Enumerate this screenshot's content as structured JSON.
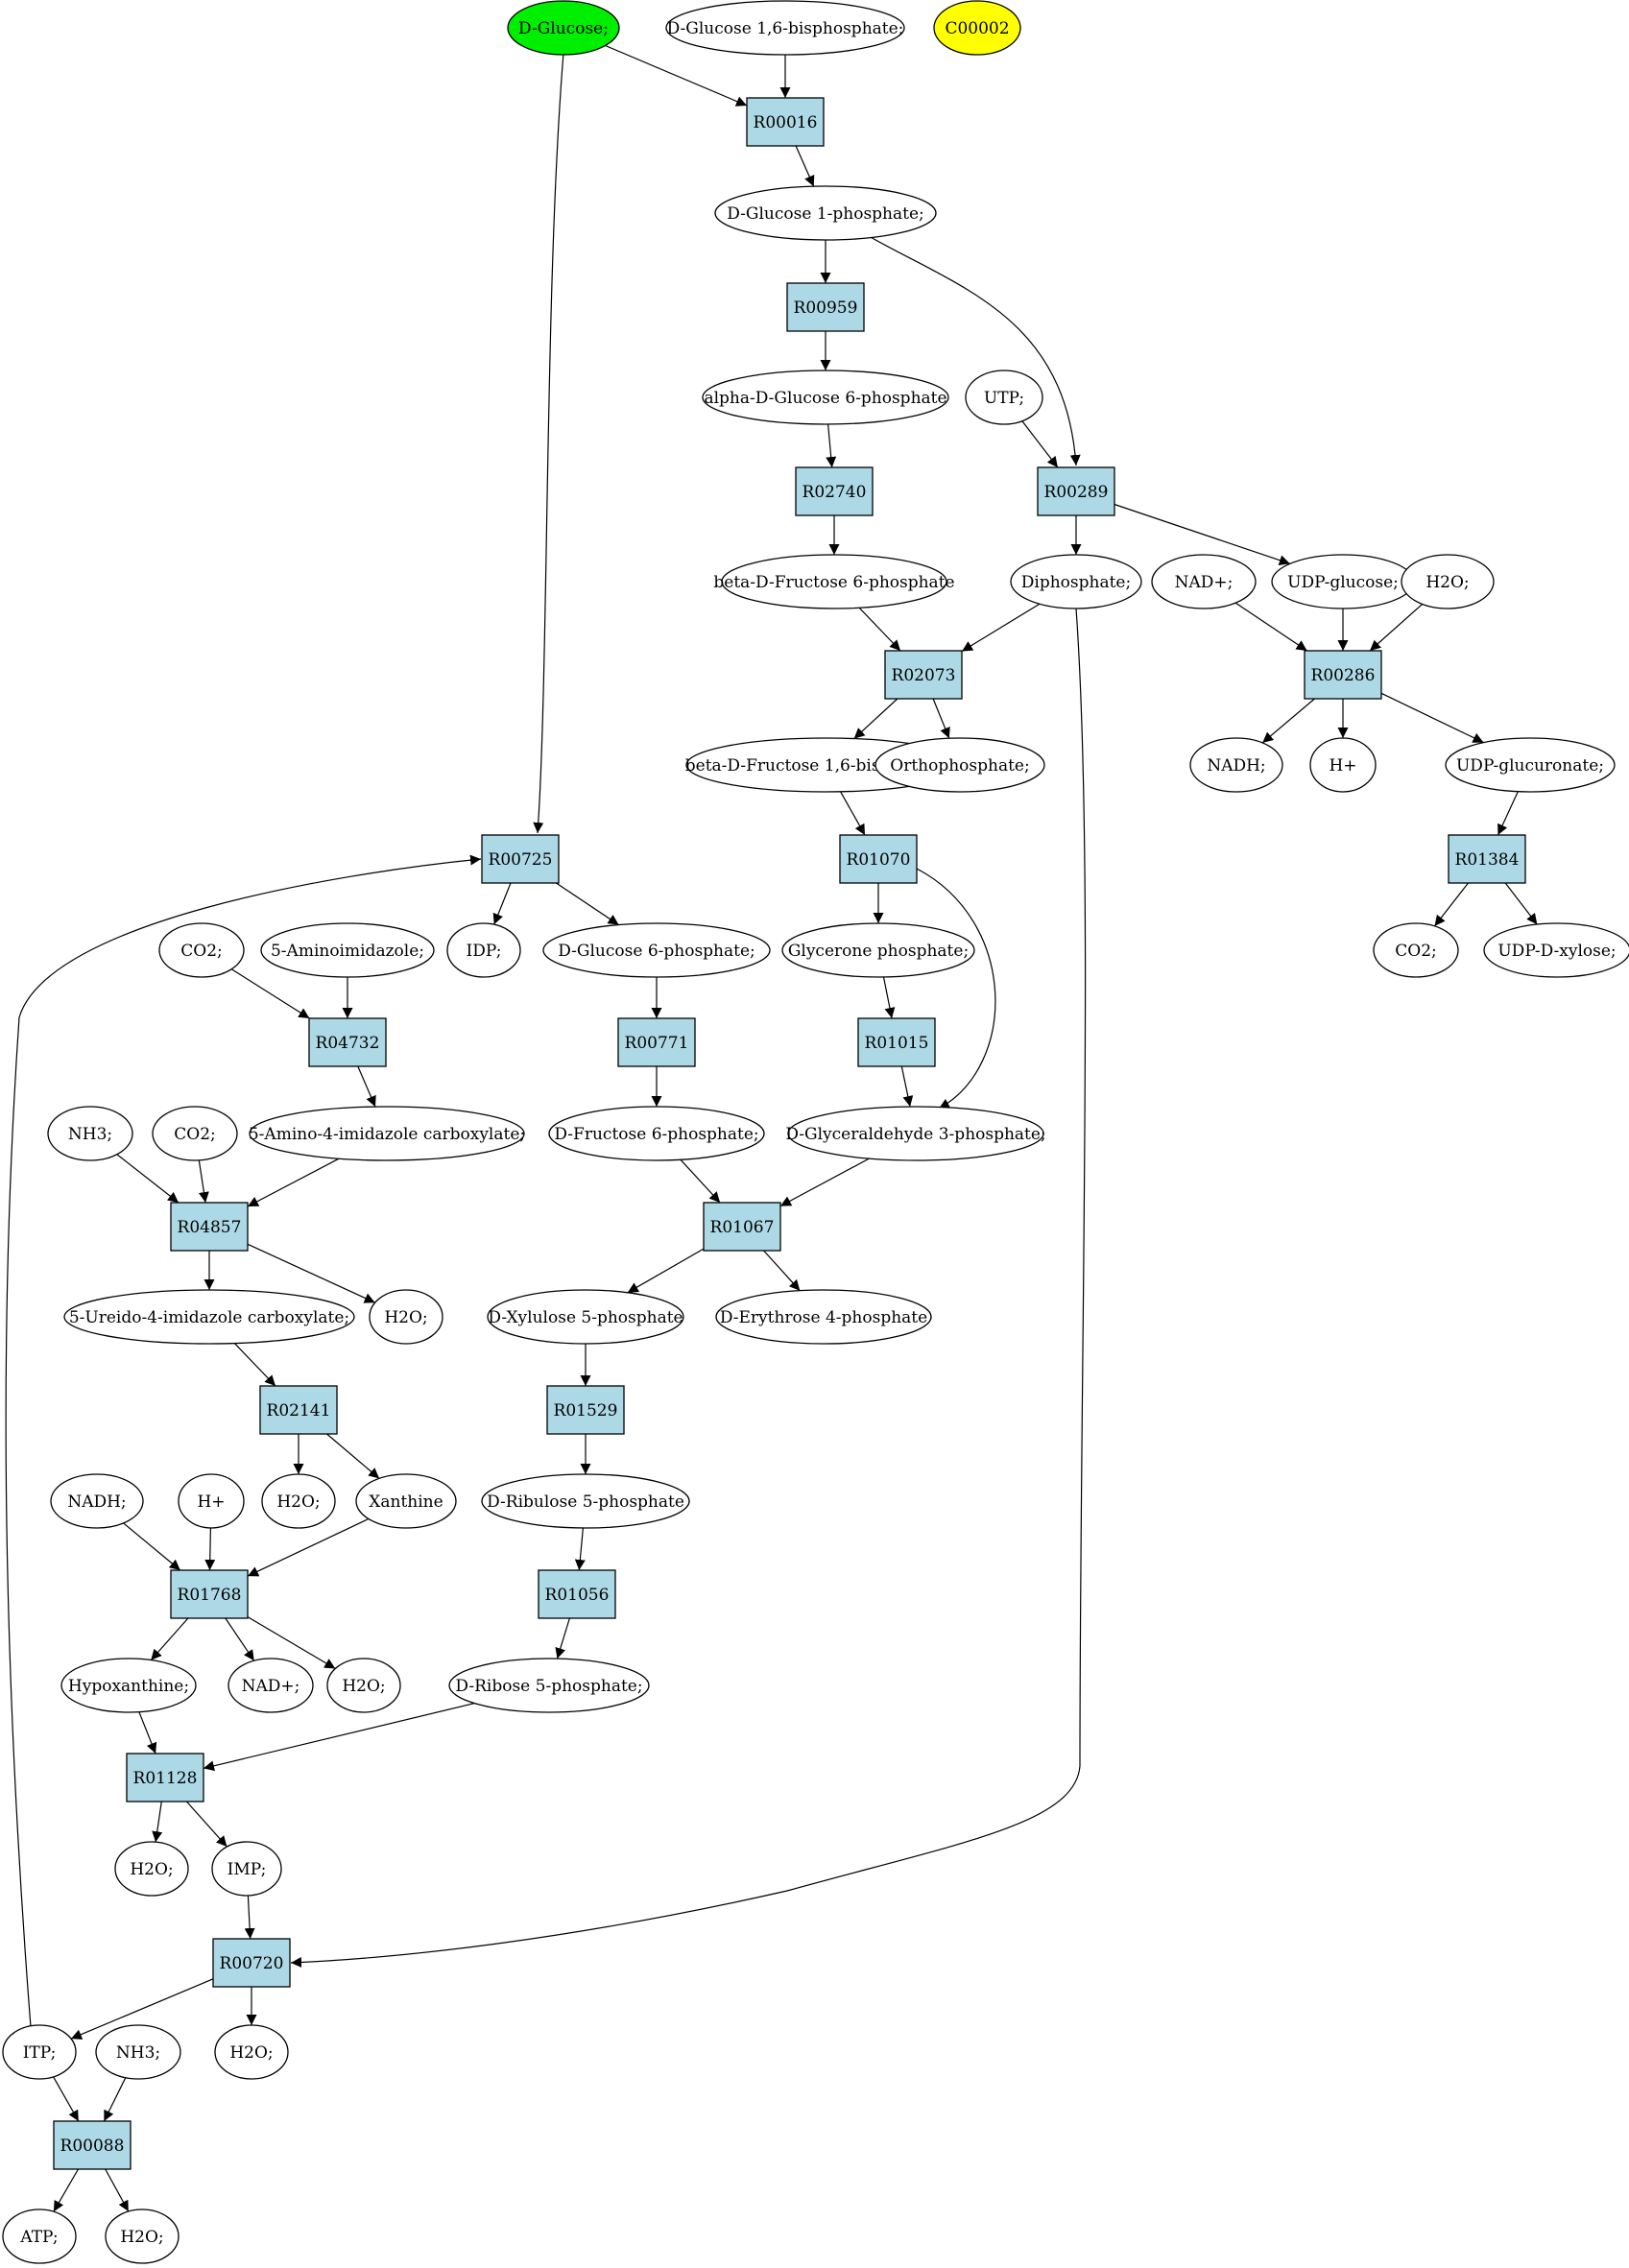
{
  "colors": {
    "reaction_fill": "#add8e6",
    "compound_fill": "#ffffff",
    "start_compound_fill": "#00ee00",
    "highlight_compound_fill": "#ffff00"
  },
  "nodes": [
    {
      "id": "dglc",
      "kind": "compound",
      "label": "D-Glucose;",
      "color": "#00ee00"
    },
    {
      "id": "g16bp",
      "kind": "compound",
      "label": "D-Glucose 1,6-bisphosphate;"
    },
    {
      "id": "c00002",
      "kind": "compound",
      "label": "C00002",
      "color": "#ffff00"
    },
    {
      "id": "r00016",
      "kind": "reaction",
      "label": "R00016"
    },
    {
      "id": "g1p",
      "kind": "compound",
      "label": "D-Glucose 1-phosphate;"
    },
    {
      "id": "r00959",
      "kind": "reaction",
      "label": "R00959"
    },
    {
      "id": "ag6p",
      "kind": "compound",
      "label": "alpha-D-Glucose 6-phosphate"
    },
    {
      "id": "utp",
      "kind": "compound",
      "label": "UTP;"
    },
    {
      "id": "r02740",
      "kind": "reaction",
      "label": "R02740"
    },
    {
      "id": "r00289",
      "kind": "reaction",
      "label": "R00289"
    },
    {
      "id": "bf6p",
      "kind": "compound",
      "label": "beta-D-Fructose 6-phosphate"
    },
    {
      "id": "diph",
      "kind": "compound",
      "label": "Diphosphate;"
    },
    {
      "id": "nadp1",
      "kind": "compound",
      "label": "NAD+;"
    },
    {
      "id": "udpg",
      "kind": "compound",
      "label": "UDP-glucose;"
    },
    {
      "id": "h2o1",
      "kind": "compound",
      "label": "H2O;"
    },
    {
      "id": "r02073",
      "kind": "reaction",
      "label": "R02073"
    },
    {
      "id": "r00286",
      "kind": "reaction",
      "label": "R00286"
    },
    {
      "id": "bf16bp",
      "kind": "compound",
      "label": "beta-D-Fructose 1,6-bisphosphate"
    },
    {
      "id": "orth",
      "kind": "compound",
      "label": "Orthophosphate;"
    },
    {
      "id": "nadh1",
      "kind": "compound",
      "label": "NADH;"
    },
    {
      "id": "hp1",
      "kind": "compound",
      "label": "H+"
    },
    {
      "id": "udpgl",
      "kind": "compound",
      "label": "UDP-glucuronate;"
    },
    {
      "id": "r00725",
      "kind": "reaction",
      "label": "R00725"
    },
    {
      "id": "r01070",
      "kind": "reaction",
      "label": "R01070"
    },
    {
      "id": "r01384",
      "kind": "reaction",
      "label": "R01384"
    },
    {
      "id": "co2a",
      "kind": "compound",
      "label": "CO2;"
    },
    {
      "id": "aimz",
      "kind": "compound",
      "label": "5-Aminoimidazole;"
    },
    {
      "id": "idp",
      "kind": "compound",
      "label": "IDP;"
    },
    {
      "id": "g6p",
      "kind": "compound",
      "label": "D-Glucose 6-phosphate;"
    },
    {
      "id": "gap",
      "kind": "compound",
      "label": "Glycerone phosphate;"
    },
    {
      "id": "co2b",
      "kind": "compound",
      "label": "CO2;"
    },
    {
      "id": "udpx",
      "kind": "compound",
      "label": "UDP-D-xylose;"
    },
    {
      "id": "r04732",
      "kind": "reaction",
      "label": "R04732"
    },
    {
      "id": "r00771",
      "kind": "reaction",
      "label": "R00771"
    },
    {
      "id": "r01015",
      "kind": "reaction",
      "label": "R01015"
    },
    {
      "id": "nh3a",
      "kind": "compound",
      "label": "NH3;"
    },
    {
      "id": "co2c",
      "kind": "compound",
      "label": "CO2;"
    },
    {
      "id": "aica",
      "kind": "compound",
      "label": "5-Amino-4-imidazole carboxylate;"
    },
    {
      "id": "f6p",
      "kind": "compound",
      "label": "D-Fructose 6-phosphate;"
    },
    {
      "id": "g3p",
      "kind": "compound",
      "label": "D-Glyceraldehyde 3-phosphate;"
    },
    {
      "id": "r04857",
      "kind": "reaction",
      "label": "R04857"
    },
    {
      "id": "r01067",
      "kind": "reaction",
      "label": "R01067"
    },
    {
      "id": "uica",
      "kind": "compound",
      "label": "5-Ureido-4-imidazole carboxylate;"
    },
    {
      "id": "h2o2",
      "kind": "compound",
      "label": "H2O;"
    },
    {
      "id": "x5p",
      "kind": "compound",
      "label": "D-Xylulose 5-phosphate"
    },
    {
      "id": "e4p",
      "kind": "compound",
      "label": "D-Erythrose 4-phosphate"
    },
    {
      "id": "r02141",
      "kind": "reaction",
      "label": "R02141"
    },
    {
      "id": "r01529",
      "kind": "reaction",
      "label": "R01529"
    },
    {
      "id": "nadh2",
      "kind": "compound",
      "label": "NADH;"
    },
    {
      "id": "hp2",
      "kind": "compound",
      "label": "H+"
    },
    {
      "id": "h2o3",
      "kind": "compound",
      "label": "H2O;"
    },
    {
      "id": "xan",
      "kind": "compound",
      "label": "Xanthine"
    },
    {
      "id": "ru5p",
      "kind": "compound",
      "label": "D-Ribulose 5-phosphate"
    },
    {
      "id": "r01768",
      "kind": "reaction",
      "label": "R01768"
    },
    {
      "id": "r01056",
      "kind": "reaction",
      "label": "R01056"
    },
    {
      "id": "hyp",
      "kind": "compound",
      "label": "Hypoxanthine;"
    },
    {
      "id": "nadp2",
      "kind": "compound",
      "label": "NAD+;"
    },
    {
      "id": "h2o4",
      "kind": "compound",
      "label": "H2O;"
    },
    {
      "id": "r5p",
      "kind": "compound",
      "label": "D-Ribose 5-phosphate;"
    },
    {
      "id": "r01128",
      "kind": "reaction",
      "label": "R01128"
    },
    {
      "id": "h2o5",
      "kind": "compound",
      "label": "H2O;"
    },
    {
      "id": "imp",
      "kind": "compound",
      "label": "IMP;"
    },
    {
      "id": "r00720",
      "kind": "reaction",
      "label": "R00720"
    },
    {
      "id": "itp",
      "kind": "compound",
      "label": "ITP;"
    },
    {
      "id": "nh3b",
      "kind": "compound",
      "label": "NH3;"
    },
    {
      "id": "h2o6",
      "kind": "compound",
      "label": "H2O;"
    },
    {
      "id": "r00088",
      "kind": "reaction",
      "label": "R00088"
    },
    {
      "id": "atp",
      "kind": "compound",
      "label": "ATP;"
    },
    {
      "id": "h2o7",
      "kind": "compound",
      "label": "H2O;"
    }
  ],
  "edges": [
    [
      "dglc",
      "r00016"
    ],
    [
      "g16bp",
      "r00016"
    ],
    [
      "r00016",
      "g1p"
    ],
    [
      "g1p",
      "r00959"
    ],
    [
      "r00959",
      "ag6p"
    ],
    [
      "g1p",
      "r00289"
    ],
    [
      "utp",
      "r00289"
    ],
    [
      "ag6p",
      "r02740"
    ],
    [
      "r02740",
      "bf6p"
    ],
    [
      "r00289",
      "diph"
    ],
    [
      "r00289",
      "udpg"
    ],
    [
      "bf6p",
      "r02073"
    ],
    [
      "diph",
      "r02073"
    ],
    [
      "nadp1",
      "r00286"
    ],
    [
      "udpg",
      "r00286"
    ],
    [
      "h2o1",
      "r00286"
    ],
    [
      "r02073",
      "bf16bp"
    ],
    [
      "r02073",
      "orth"
    ],
    [
      "r00286",
      "nadh1"
    ],
    [
      "r00286",
      "hp1"
    ],
    [
      "r00286",
      "udpgl"
    ],
    [
      "dglc",
      "r00725"
    ],
    [
      "itp",
      "r00725"
    ],
    [
      "r00725",
      "idp"
    ],
    [
      "r00725",
      "g6p"
    ],
    [
      "bf16bp",
      "r01070"
    ],
    [
      "r01070",
      "gap"
    ],
    [
      "r01070",
      "g3p"
    ],
    [
      "udpgl",
      "r01384"
    ],
    [
      "r01384",
      "co2b"
    ],
    [
      "r01384",
      "udpx"
    ],
    [
      "co2a",
      "r04732"
    ],
    [
      "aimz",
      "r04732"
    ],
    [
      "r04732",
      "aica"
    ],
    [
      "g6p",
      "r00771"
    ],
    [
      "r00771",
      "f6p"
    ],
    [
      "gap",
      "r01015"
    ],
    [
      "r01015",
      "g3p"
    ],
    [
      "nh3a",
      "r04857"
    ],
    [
      "co2c",
      "r04857"
    ],
    [
      "aica",
      "r04857"
    ],
    [
      "r04857",
      "uica"
    ],
    [
      "r04857",
      "h2o2"
    ],
    [
      "f6p",
      "r01067"
    ],
    [
      "g3p",
      "r01067"
    ],
    [
      "r01067",
      "x5p"
    ],
    [
      "r01067",
      "e4p"
    ],
    [
      "uica",
      "r02141"
    ],
    [
      "r02141",
      "h2o3"
    ],
    [
      "r02141",
      "xan"
    ],
    [
      "x5p",
      "r01529"
    ],
    [
      "r01529",
      "ru5p"
    ],
    [
      "nadh2",
      "r01768"
    ],
    [
      "hp2",
      "r01768"
    ],
    [
      "xan",
      "r01768"
    ],
    [
      "r01768",
      "hyp"
    ],
    [
      "r01768",
      "nadp2"
    ],
    [
      "r01768",
      "h2o4"
    ],
    [
      "ru5p",
      "r01056"
    ],
    [
      "r01056",
      "r5p"
    ],
    [
      "hyp",
      "r01128"
    ],
    [
      "r5p",
      "r01128"
    ],
    [
      "r01128",
      "h2o5"
    ],
    [
      "r01128",
      "imp"
    ],
    [
      "imp",
      "r00720"
    ],
    [
      "diph",
      "r00720"
    ],
    [
      "r00720",
      "itp"
    ],
    [
      "r00720",
      "h2o6"
    ],
    [
      "itp",
      "r00088"
    ],
    [
      "nh3b",
      "r00088"
    ],
    [
      "r00088",
      "atp"
    ],
    [
      "r00088",
      "h2o7"
    ]
  ]
}
